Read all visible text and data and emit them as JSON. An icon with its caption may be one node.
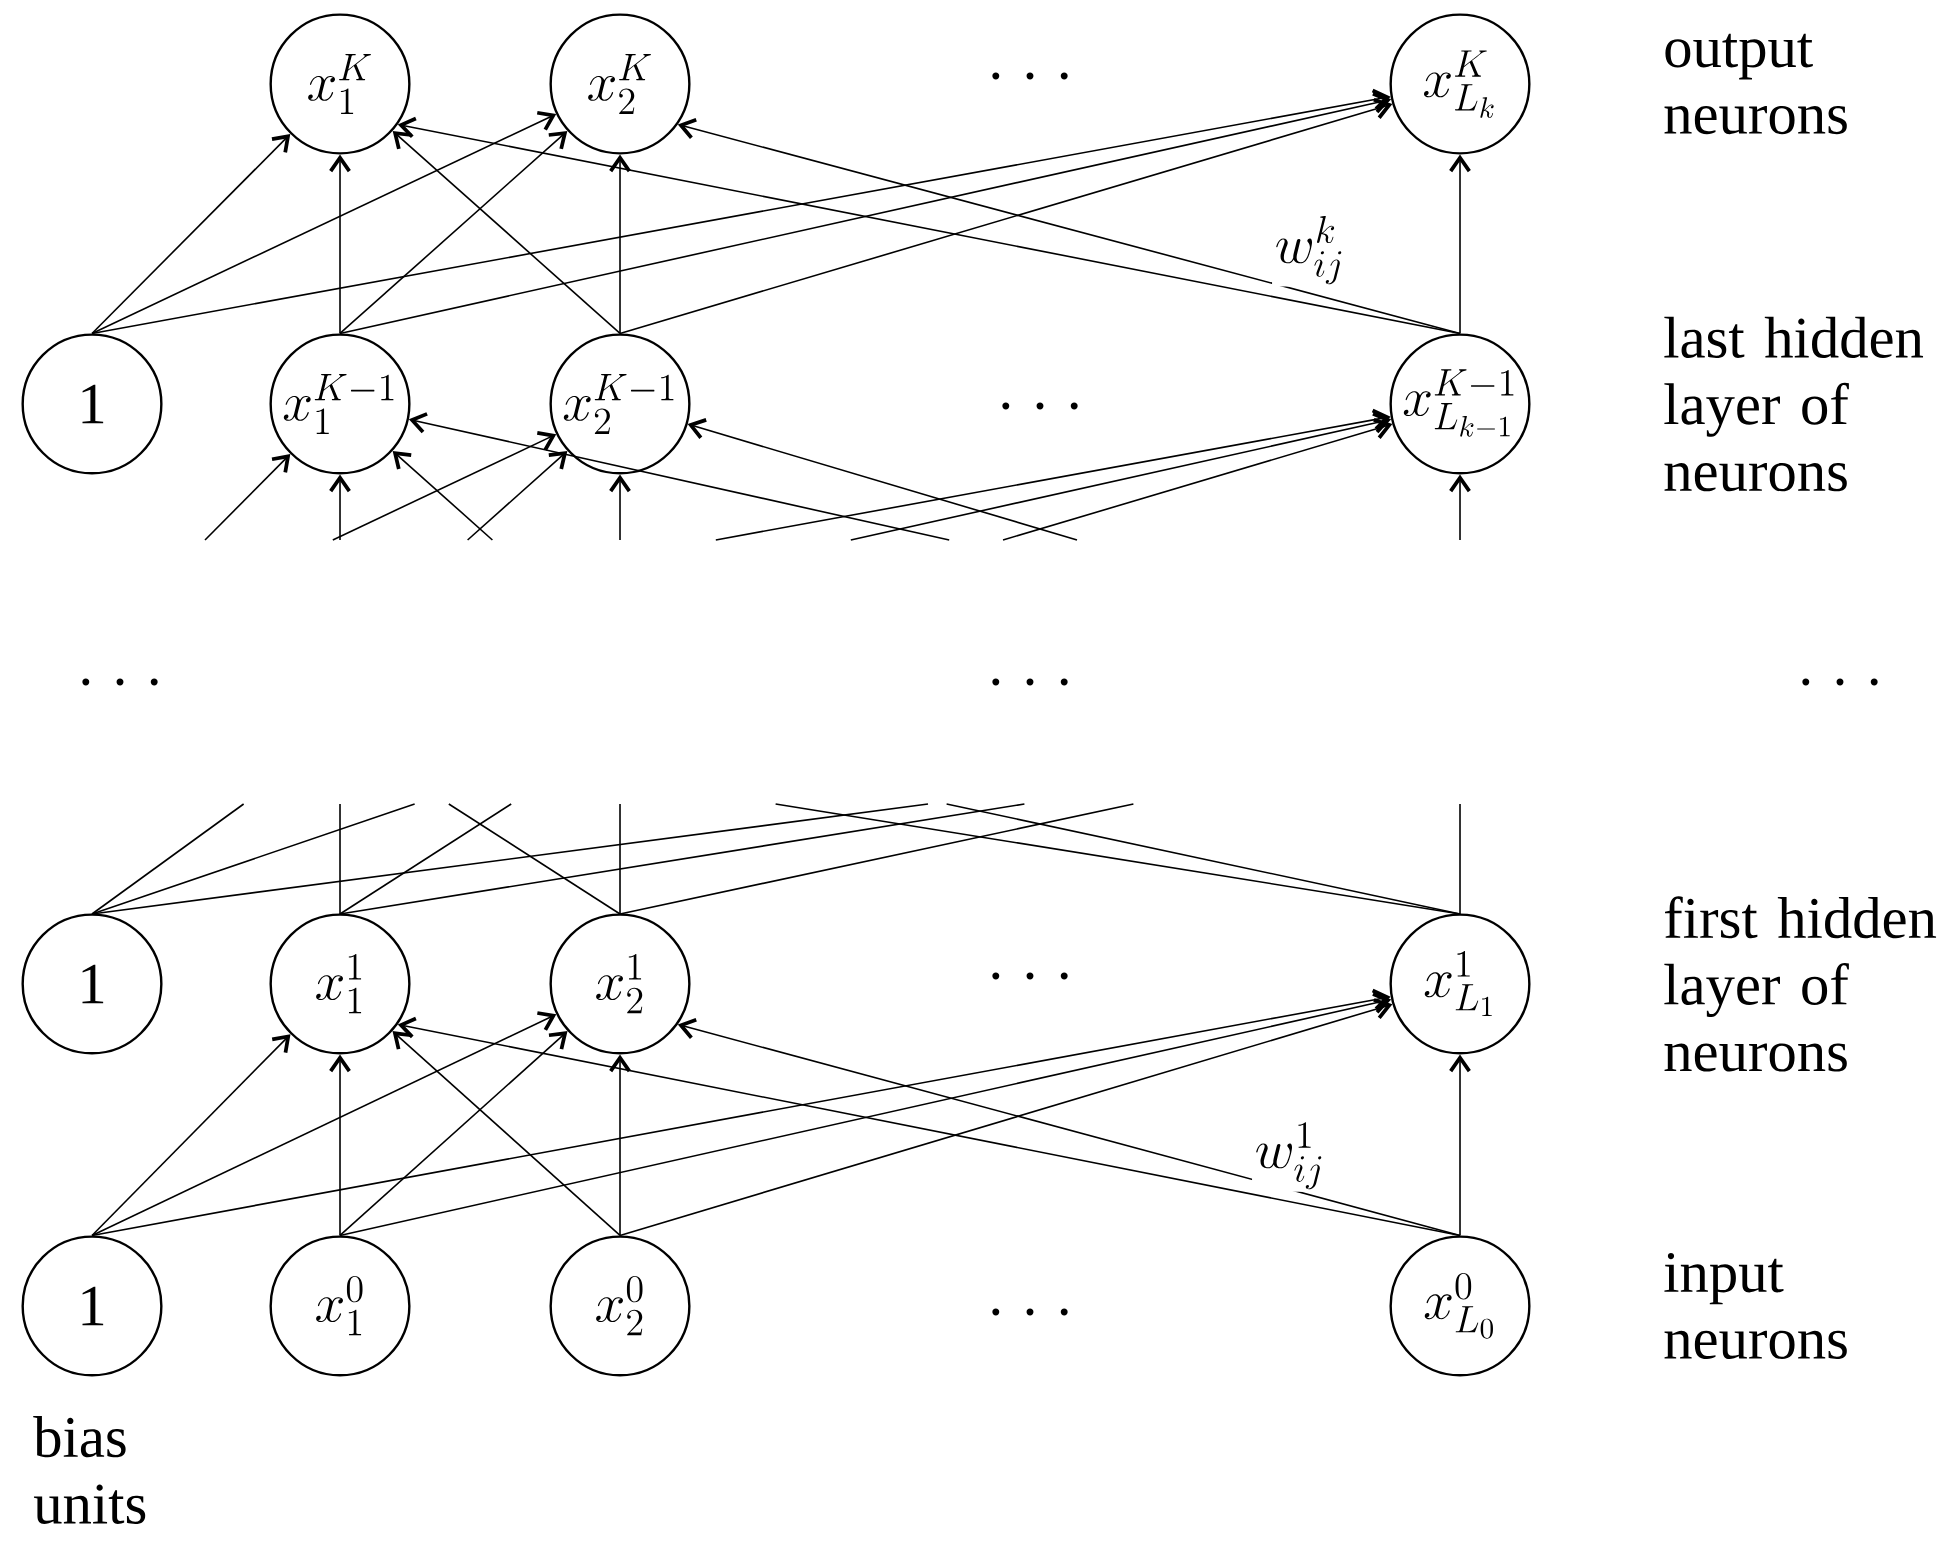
{
  "diagram": {
    "nodes": [
      {
        "text": [
          "x_1^K"
        ]
      },
      {
        "text": [
          "x_2^K"
        ]
      },
      {
        "text": [
          "x_{L_k}^K"
        ]
      },
      {
        "text": [
          "1"
        ]
      },
      {
        "text": [
          "x_1^{K-1}"
        ]
      },
      {
        "text": [
          "x_2^{K-1}"
        ]
      },
      {
        "text": [
          "x_{L_{k-1}}^{K-1}"
        ]
      },
      {
        "text": [
          "1"
        ]
      },
      {
        "text": [
          "x_1^1"
        ]
      },
      {
        "text": [
          "x_2^1"
        ]
      },
      {
        "text": [
          "x_{L_1}^1"
        ]
      },
      {
        "text": [
          "1"
        ]
      },
      {
        "text": [
          "x_1^0"
        ]
      },
      {
        "text": [
          "x_2^0"
        ]
      },
      {
        "text": [
          "x_{L_0}^0"
        ]
      }
    ],
    "edges": [
      {
        "from": 3,
        "to": 0,
        "arrow": "to"
      },
      {
        "from": 3,
        "to": 1,
        "arrow": "to"
      },
      {
        "from": 3,
        "to": 2,
        "arrow": "to"
      },
      {
        "from": 4,
        "to": 0,
        "arrow": "to"
      },
      {
        "from": 4,
        "to": 1,
        "arrow": "to"
      },
      {
        "from": 4,
        "to": 2,
        "arrow": "to"
      },
      {
        "from": 5,
        "to": 0,
        "arrow": "to"
      },
      {
        "from": 5,
        "to": 1,
        "arrow": "to"
      },
      {
        "from": 5,
        "to": 2,
        "arrow": "to"
      },
      {
        "from": 6,
        "to": 0,
        "arrow": "to"
      },
      {
        "from": 6,
        "to": 1,
        "arrow": "to"
      },
      {
        "from": 6,
        "to": 2,
        "arrow": "to"
      },
      {
        "from": null,
        "to": 4,
        "arrow": "to"
      },
      {
        "from": null,
        "to": 4,
        "arrow": "to"
      },
      {
        "from": null,
        "to": 4,
        "arrow": "to"
      },
      {
        "from": null,
        "to": 4,
        "arrow": "to"
      },
      {
        "from": null,
        "to": 5,
        "arrow": "to"
      },
      {
        "from": null,
        "to": 5,
        "arrow": "to"
      },
      {
        "from": null,
        "to": 5,
        "arrow": "to"
      },
      {
        "from": null,
        "to": 5,
        "arrow": "to"
      },
      {
        "from": null,
        "to": 6,
        "arrow": "to"
      },
      {
        "from": null,
        "to": 6,
        "arrow": "to"
      },
      {
        "from": null,
        "to": 6,
        "arrow": "to"
      },
      {
        "from": null,
        "to": 6,
        "arrow": "to"
      },
      {
        "from": 7,
        "to": null,
        "arrow": "none"
      },
      {
        "from": 7,
        "to": null,
        "arrow": "none"
      },
      {
        "from": 7,
        "to": null,
        "arrow": "none"
      },
      {
        "from": 8,
        "to": null,
        "arrow": "none"
      },
      {
        "from": 8,
        "to": null,
        "arrow": "none"
      },
      {
        "from": 8,
        "to": null,
        "arrow": "none"
      },
      {
        "from": 9,
        "to": null,
        "arrow": "none"
      },
      {
        "from": 9,
        "to": null,
        "arrow": "none"
      },
      {
        "from": 9,
        "to": null,
        "arrow": "none"
      },
      {
        "from": 10,
        "to": null,
        "arrow": "none"
      },
      {
        "from": 10,
        "to": null,
        "arrow": "none"
      },
      {
        "from": 10,
        "to": null,
        "arrow": "none"
      },
      {
        "from": 11,
        "to": 8,
        "arrow": "to"
      },
      {
        "from": 11,
        "to": 9,
        "arrow": "to"
      },
      {
        "from": 11,
        "to": 10,
        "arrow": "to"
      },
      {
        "from": 12,
        "to": 8,
        "arrow": "to"
      },
      {
        "from": 12,
        "to": 9,
        "arrow": "to"
      },
      {
        "from": 12,
        "to": 10,
        "arrow": "to"
      },
      {
        "from": 13,
        "to": 8,
        "arrow": "to"
      },
      {
        "from": 13,
        "to": 9,
        "arrow": "to"
      },
      {
        "from": 13,
        "to": 10,
        "arrow": "to"
      },
      {
        "from": 14,
        "to": 8,
        "arrow": "to"
      },
      {
        "from": 14,
        "to": 9,
        "arrow": "to"
      },
      {
        "from": 14,
        "to": 10,
        "arrow": "to"
      }
    ],
    "labels": [
      "· · ·",
      "output neurons",
      "w_{ij}^k",
      "· · ·",
      "last hidden layer of neurons",
      "· · ·",
      "· · ·",
      "· · ·",
      "· · ·",
      "first hidden layer of neurons",
      "w_{ij}^1",
      "· · ·",
      "input neurons",
      "bias units"
    ]
  }
}
